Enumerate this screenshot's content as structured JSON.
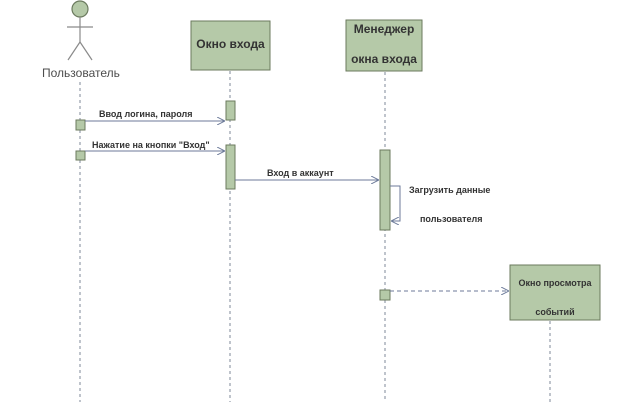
{
  "participants": {
    "actor": {
      "label": "Пользователь"
    },
    "login_window": {
      "label": "Окно входа"
    },
    "manager": {
      "label_line1": "Менеджер",
      "label_line2": "окна входа"
    },
    "events_window": {
      "label_line1": "Окно просмотра",
      "label_line2": "событий"
    }
  },
  "messages": {
    "m1": "Ввод логина, пароля",
    "m2": "Нажатие на кнопки \"Вход\"",
    "m3": "Вход в аккаунт",
    "m4_line1": "Загрузить данные",
    "m4_line2": "пользователя"
  },
  "colors": {
    "box_fill": "#b5c9a8",
    "box_stroke": "#6b7a5e",
    "lifeline": "#7f8a9a",
    "arrow": "#6c7a99"
  }
}
